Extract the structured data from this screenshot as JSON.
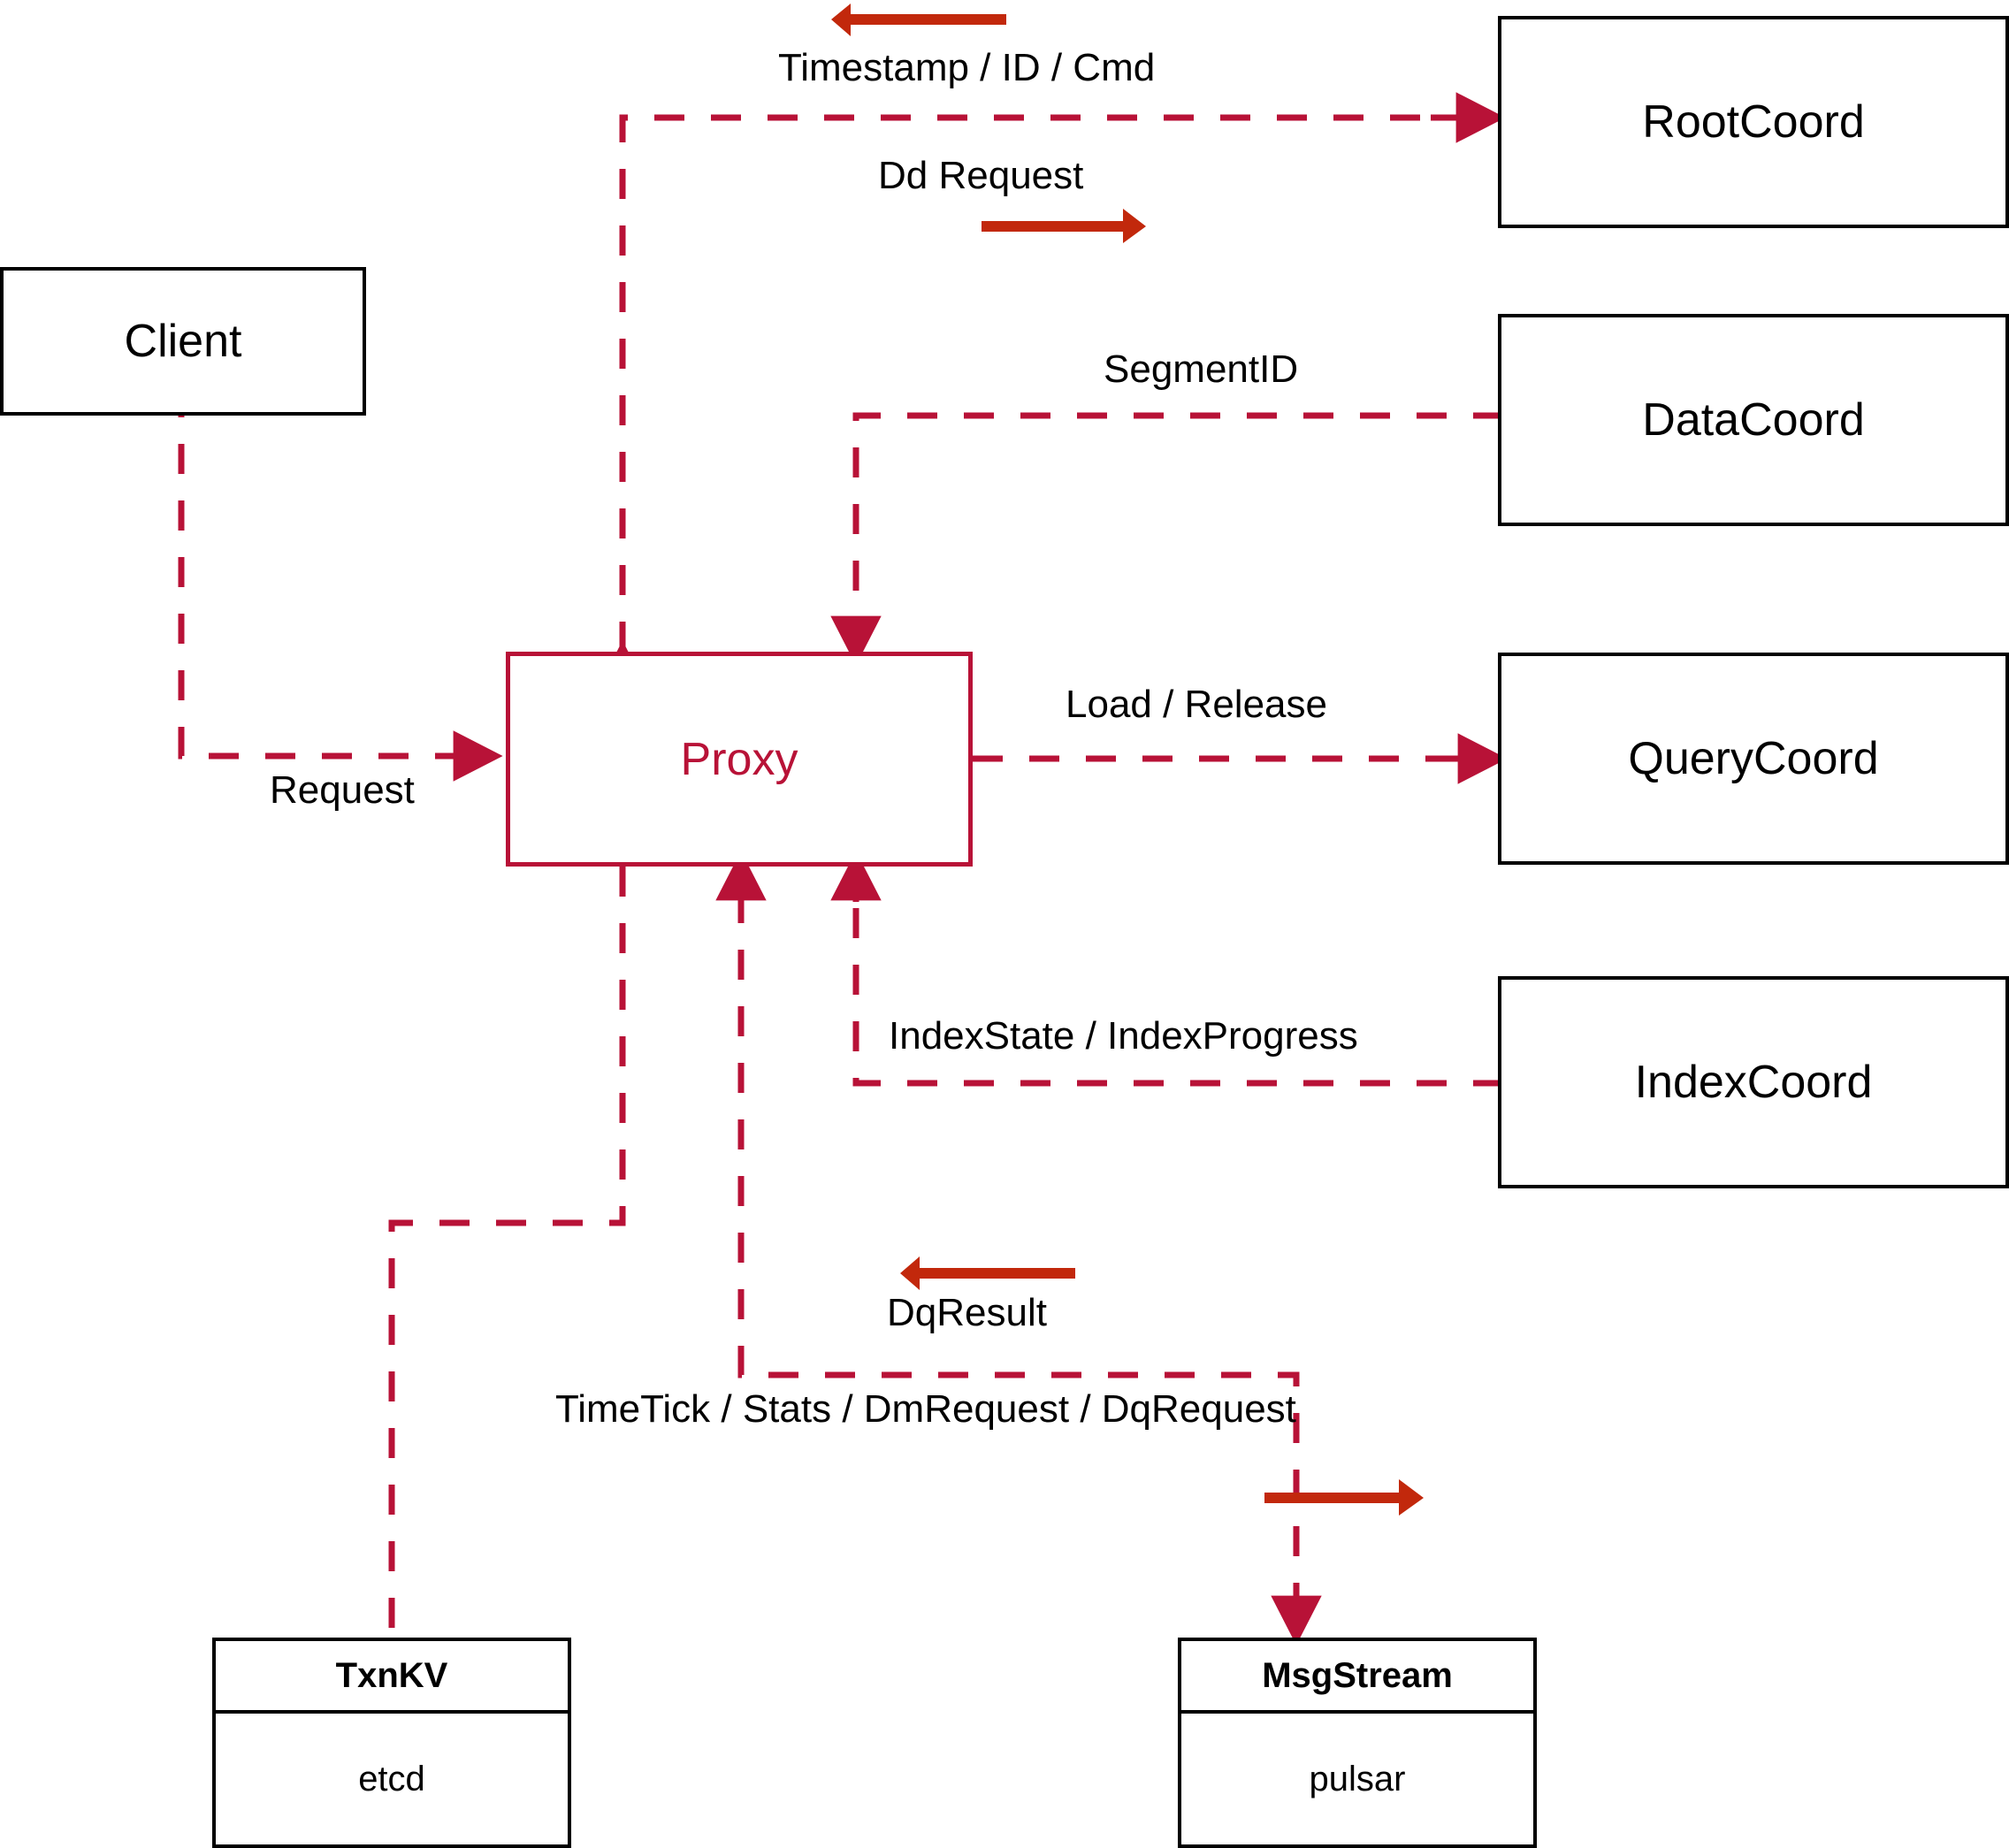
{
  "diagram": {
    "title": "Milvus Proxy interaction diagram",
    "colors": {
      "dashed_edge": "#B81237",
      "direction_arrow": "#C2280C",
      "node_border": "#000000",
      "proxy_border": "#B81237",
      "proxy_text": "#B81237",
      "background": "#FFFFFF"
    }
  },
  "nodes": {
    "client": {
      "label": "Client"
    },
    "proxy": {
      "label": "Proxy"
    },
    "root_coord": {
      "label": "RootCoord"
    },
    "data_coord": {
      "label": "DataCoord"
    },
    "query_coord": {
      "label": "QueryCoord"
    },
    "index_coord": {
      "label": "IndexCoord"
    }
  },
  "stores": {
    "txnkv": {
      "title": "TxnKV",
      "impl": "etcd"
    },
    "msgstream": {
      "title": "MsgStream",
      "impl": "pulsar"
    }
  },
  "edge_labels": {
    "timestamp_id_cmd": "Timestamp / ID / Cmd",
    "dd_request": "Dd Request",
    "segment_id": "SegmentID",
    "request": "Request",
    "load_release": "Load / Release",
    "index_state_progress": "IndexState / IndexProgress",
    "dq_result": "DqResult",
    "timetick_stats": "TimeTick / Stats / DmRequest / DqRequest"
  },
  "icons": {
    "arrow_left_timestamp": "arrow-left-icon",
    "arrow_right_dd": "arrow-right-icon",
    "arrow_left_dq": "arrow-left-icon",
    "arrow_right_timetick": "arrow-right-icon"
  }
}
